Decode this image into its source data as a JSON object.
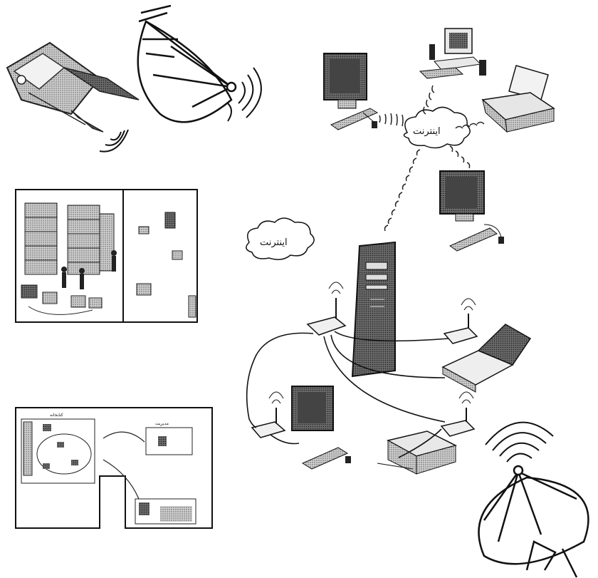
{
  "clouds": {
    "network_center": "اینترنت",
    "standalone": "اینترنت"
  },
  "library_panel": {},
  "floor_plan": {
    "main_room_label": "کتابخانه",
    "side_room_label": "مدیریت"
  },
  "icons": [
    "satellite-icon",
    "satellite-dish-icon",
    "monitor-icon",
    "desktop-computer-icon",
    "printer-icon",
    "server-tower-icon",
    "wireless-access-point-icon",
    "laptop-icon",
    "radio-waves-icon"
  ]
}
